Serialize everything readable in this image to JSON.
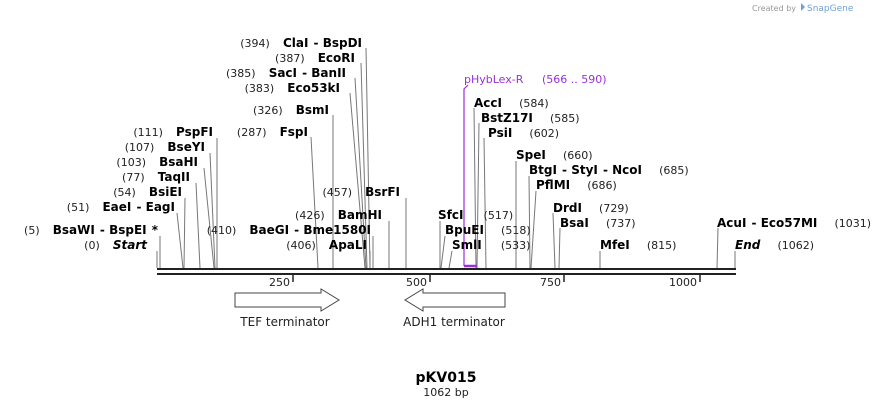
{
  "credit": {
    "prefix": "Created by",
    "brand": "SnapGene"
  },
  "plasmid": {
    "name": "pKV015",
    "length_label": "1062 bp"
  },
  "ruler": {
    "ticks": [
      "250",
      "500",
      "750",
      "1000"
    ]
  },
  "features": {
    "tef": "TEF terminator",
    "adh1": "ADH1 terminator"
  },
  "primer": {
    "name": "pHybLex-R",
    "range": "(566 .. 590)"
  },
  "sites": [
    {
      "pos": "(394)",
      "name": "ClaI",
      "sep": " - ",
      "name2": "BspDI"
    },
    {
      "pos": "(387)",
      "name": "EcoRI"
    },
    {
      "pos": "(385)",
      "name": "SacI",
      "sep": " - ",
      "name2": "BanII"
    },
    {
      "pos": "(383)",
      "name": "Eco53kI"
    },
    {
      "pos": "(326)",
      "name": "BsmI"
    },
    {
      "pos": "(111)",
      "name": "PspFI"
    },
    {
      "pos": "(287)",
      "name": "FspI"
    },
    {
      "pos": "(107)",
      "name": "BseYI"
    },
    {
      "pos": "(103)",
      "name": "BsaHI"
    },
    {
      "pos": "(77)",
      "name": "TaqII"
    },
    {
      "pos": "(54)",
      "name": "BsiEI"
    },
    {
      "pos": "(457)",
      "name": "BsrFI"
    },
    {
      "pos": "(51)",
      "name": "EaeI",
      "sep": " - ",
      "name2": "EagI"
    },
    {
      "pos": "(426)",
      "name": "BamHI"
    },
    {
      "pos": "(5)",
      "name": "BsaWI",
      "sep": " - ",
      "name2": "BspEI",
      "suffix": "*"
    },
    {
      "pos": "(410)",
      "name": "BaeGI",
      "sep": " - ",
      "name2": "Bme1580I"
    },
    {
      "pos": "(0)",
      "name": "Start"
    },
    {
      "pos": "(406)",
      "name": "ApaLI"
    },
    {
      "name": "AccI",
      "pos": "(584)"
    },
    {
      "name": "BstZ17I",
      "pos": "(585)"
    },
    {
      "name": "PsiI",
      "pos": "(602)"
    },
    {
      "name": "SpeI",
      "pos": "(660)"
    },
    {
      "name": "BtgI",
      "sep": " - ",
      "name2": "StyI",
      "sep2": " - ",
      "name3": "NcoI",
      "pos": "(685)"
    },
    {
      "name": "PflMI",
      "pos": "(686)"
    },
    {
      "name": "SfcI",
      "pos": "(517)"
    },
    {
      "name": "BpuEI",
      "pos": "(518)"
    },
    {
      "name": "SmlI",
      "pos": "(533)"
    },
    {
      "name": "DrdI",
      "pos": "(729)"
    },
    {
      "name": "BsaI",
      "pos": "(737)"
    },
    {
      "name": "MfeI",
      "pos": "(815)"
    },
    {
      "name": "AcuI",
      "sep": " - ",
      "name2": "Eco57MI",
      "pos": "(1031)"
    },
    {
      "name": "End",
      "pos": "(1062)"
    }
  ]
}
